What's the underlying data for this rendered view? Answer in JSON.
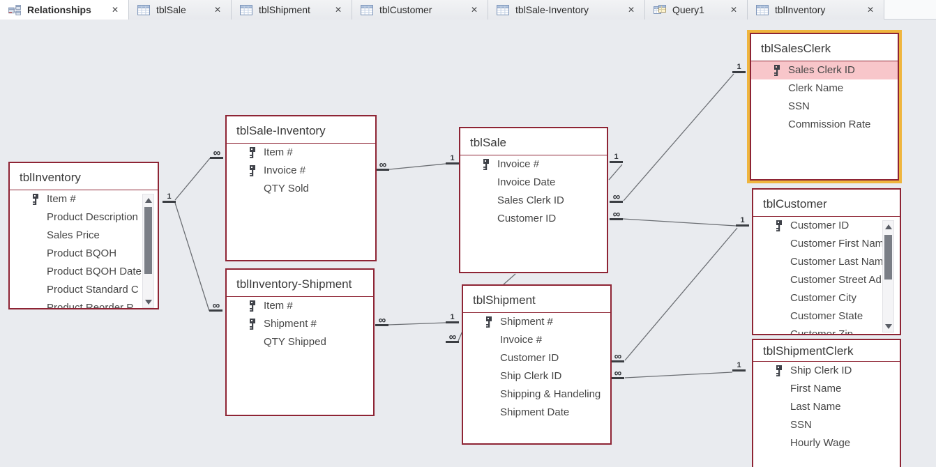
{
  "ui": {
    "tab_close_glyph": "✕"
  },
  "colors": {
    "canvas_bg": "#e9ebef",
    "table_border_red": "#8e2434",
    "selection_orange": "#efb53e",
    "highlight_pink": "#f8c6ca",
    "relationship_line": "#6b6e73"
  },
  "tabs": [
    {
      "label": "Relationships",
      "icon": "relationships-icon",
      "active": true
    },
    {
      "label": "tblSale",
      "icon": "table-icon",
      "active": false
    },
    {
      "label": "tblShipment",
      "icon": "table-icon",
      "active": false
    },
    {
      "label": "tblCustomer",
      "icon": "table-icon",
      "active": false
    },
    {
      "label": "tblSale-Inventory",
      "icon": "table-icon",
      "active": false
    },
    {
      "label": "Query1",
      "icon": "query-icon",
      "active": false
    },
    {
      "label": "tblInventory",
      "icon": "table-icon",
      "active": false
    }
  ],
  "tables": [
    {
      "title": "tblInventory",
      "selected": false,
      "scrollbar": true,
      "fields": [
        {
          "name": "Item #",
          "key": true
        },
        {
          "name": "Product Description",
          "key": false
        },
        {
          "name": "Sales Price",
          "key": false
        },
        {
          "name": "Product BQOH",
          "key": false
        },
        {
          "name": "Product BQOH Date",
          "key": false
        },
        {
          "name": "Product Standard C",
          "key": false
        },
        {
          "name": "Product Reorder P",
          "key": false
        }
      ]
    },
    {
      "title": "tblSale-Inventory",
      "selected": false,
      "scrollbar": false,
      "fields": [
        {
          "name": "Item #",
          "key": true
        },
        {
          "name": "Invoice #",
          "key": true
        },
        {
          "name": "QTY Sold",
          "key": false
        }
      ]
    },
    {
      "title": "tblInventory-Shipment",
      "selected": false,
      "scrollbar": false,
      "fields": [
        {
          "name": "Item #",
          "key": true
        },
        {
          "name": "Shipment #",
          "key": true
        },
        {
          "name": "QTY Shipped",
          "key": false
        }
      ]
    },
    {
      "title": "tblSale",
      "selected": false,
      "scrollbar": false,
      "fields": [
        {
          "name": "Invoice #",
          "key": true
        },
        {
          "name": "Invoice Date",
          "key": false
        },
        {
          "name": "Sales Clerk ID",
          "key": false
        },
        {
          "name": "Customer ID",
          "key": false
        }
      ]
    },
    {
      "title": "tblShipment",
      "selected": false,
      "scrollbar": false,
      "fields": [
        {
          "name": "Shipment #",
          "key": true
        },
        {
          "name": "Invoice #",
          "key": false
        },
        {
          "name": "Customer ID",
          "key": false
        },
        {
          "name": "Ship Clerk ID",
          "key": false
        },
        {
          "name": "Shipping & Handeling",
          "key": false
        },
        {
          "name": "Shipment Date",
          "key": false
        }
      ]
    },
    {
      "title": "tblSalesClerk",
      "selected": true,
      "scrollbar": false,
      "fields": [
        {
          "name": "Sales Clerk ID",
          "key": true,
          "highlighted": true
        },
        {
          "name": "Clerk Name",
          "key": false
        },
        {
          "name": "SSN",
          "key": false
        },
        {
          "name": "Commission Rate",
          "key": false
        }
      ]
    },
    {
      "title": "tblCustomer",
      "selected": false,
      "scrollbar": true,
      "fields": [
        {
          "name": "Customer ID",
          "key": true
        },
        {
          "name": "Customer First Nam",
          "key": false
        },
        {
          "name": "Customer Last Nam",
          "key": false
        },
        {
          "name": "Customer Street Ad",
          "key": false
        },
        {
          "name": "Customer City",
          "key": false
        },
        {
          "name": "Customer State",
          "key": false
        },
        {
          "name": "Customer Zip",
          "key": false
        }
      ]
    },
    {
      "title": "tblShipmentClerk",
      "selected": false,
      "scrollbar": false,
      "fields": [
        {
          "name": "Ship Clerk ID",
          "key": true
        },
        {
          "name": "First Name",
          "key": false
        },
        {
          "name": "Last Name",
          "key": false
        },
        {
          "name": "SSN",
          "key": false
        },
        {
          "name": "Hourly Wage",
          "key": false
        }
      ]
    }
  ],
  "cardinality_markers": [
    {
      "at": "tblInventory-right",
      "symbol": "1"
    },
    {
      "at": "tblSale-Inventory-left",
      "symbol": "∞"
    },
    {
      "at": "tblInventory-Shipment-left",
      "symbol": "∞"
    },
    {
      "at": "tblSale-Inventory-right",
      "symbol": "∞"
    },
    {
      "at": "tblSale-left",
      "symbol": "1"
    },
    {
      "at": "tblInventory-Shipment-right",
      "symbol": "∞"
    },
    {
      "at": "tblShipment-left-top",
      "symbol": "1"
    },
    {
      "at": "tblShipment-left-lower",
      "symbol": "∞"
    },
    {
      "at": "tblSale-right-top",
      "symbol": "1"
    },
    {
      "at": "tblSale-right-mid",
      "symbol": "∞"
    },
    {
      "at": "tblSalesClerk-left",
      "symbol": "1"
    },
    {
      "at": "tblSale-right-lower",
      "symbol": "∞"
    },
    {
      "at": "tblCustomer-left",
      "symbol": "1"
    },
    {
      "at": "tblShipment-right-upper",
      "symbol": "∞"
    },
    {
      "at": "tblShipment-right-lower",
      "symbol": "∞"
    },
    {
      "at": "tblShipmentClerk-left",
      "symbol": "1"
    }
  ],
  "relationships": [
    {
      "one": "tblInventory",
      "many": "tblSale-Inventory"
    },
    {
      "one": "tblInventory",
      "many": "tblInventory-Shipment"
    },
    {
      "one": "tblSale",
      "many": "tblSale-Inventory"
    },
    {
      "one": "tblShipment",
      "many": "tblInventory-Shipment"
    },
    {
      "one": "tblSale",
      "many": "tblShipment"
    },
    {
      "one": "tblSalesClerk",
      "many": "tblSale"
    },
    {
      "one": "tblCustomer",
      "many": "tblSale"
    },
    {
      "one": "tblCustomer",
      "many": "tblShipment"
    },
    {
      "one": "tblShipmentClerk",
      "many": "tblShipment"
    }
  ]
}
